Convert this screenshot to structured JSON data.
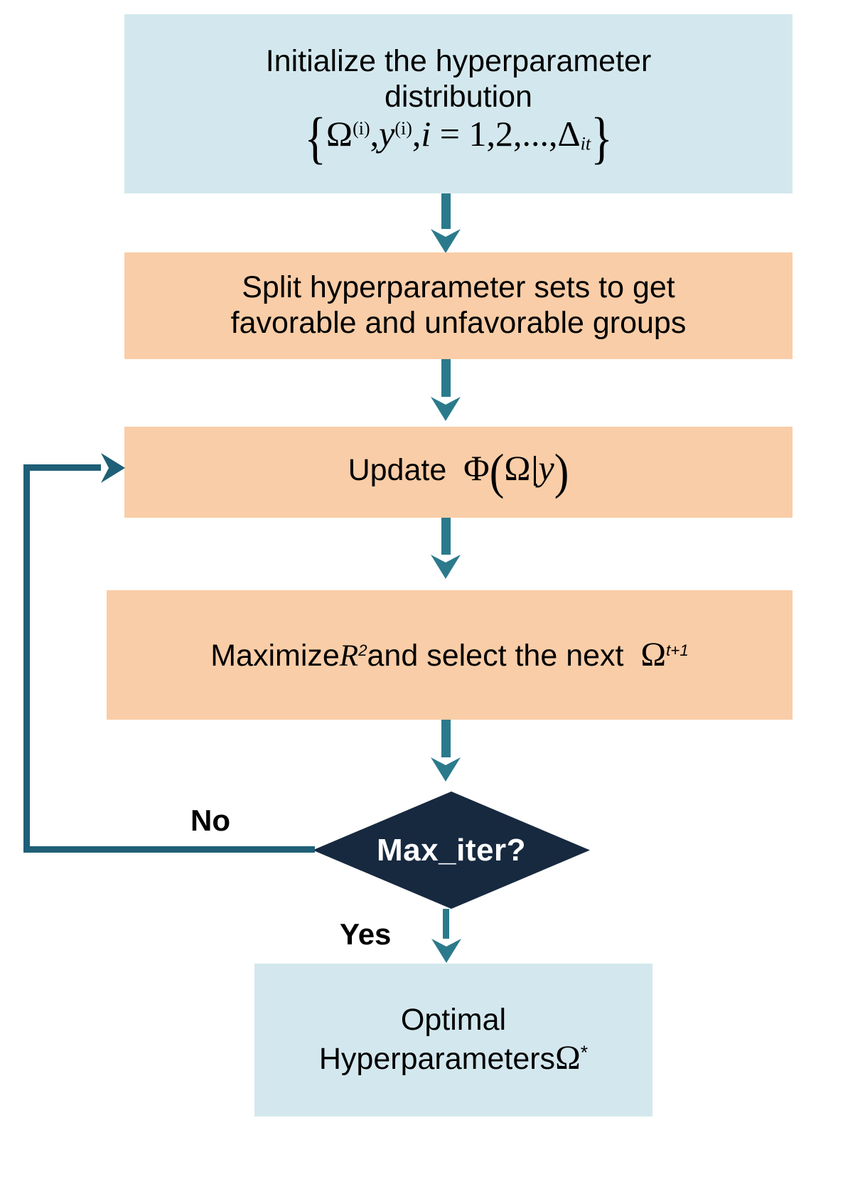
{
  "diagram": {
    "title": "Bayesian hyperparameter optimization flowchart",
    "colors": {
      "terminal_fill": "#d3e8ee",
      "process_fill": "#f9cda7",
      "decision_fill": "#17293f",
      "decision_text": "#ffffff",
      "arrow_teal": "#2b7a8c",
      "arrow_dark": "#1f5f77",
      "text": "#000000",
      "background": "#ffffff"
    },
    "nodes": {
      "initialize": {
        "shape": "terminal",
        "line1": "Initialize the hyperparameter",
        "line2": "distribution",
        "formula_plain": "{ Ω(i), y(i), i = 1,2,...,Δit }",
        "formula_parts": {
          "open_brace": "{",
          "omega": "Ω",
          "omega_sup": "(i)",
          "comma1": ",",
          "y": "y",
          "y_sup": "(i)",
          "comma2": ",",
          "i": "i",
          "equals": "=",
          "list": "1,2,...,",
          "delta": "Δ",
          "delta_sub": "it",
          "close_brace": "}"
        }
      },
      "split": {
        "shape": "process",
        "line1": "Split hyperparameter sets to get",
        "line2": "favorable and unfavorable groups"
      },
      "update": {
        "shape": "process",
        "label": "Update",
        "formula_plain": "Φ(Ω|y)",
        "formula_parts": {
          "phi": "Φ",
          "open_paren": "(",
          "omega": "Ω",
          "bar": "|",
          "y": "y",
          "close_paren": ")"
        }
      },
      "maximize": {
        "shape": "process",
        "text_before": "Maximize",
        "r": "R",
        "r_sup": "2",
        "text_middle": "and select the next",
        "omega": "Ω",
        "omega_sup": "t+1",
        "plain": "Maximize R 2 and select the next Ω t+1"
      },
      "decision": {
        "shape": "decision",
        "label": "Max_iter?"
      },
      "optimal": {
        "shape": "terminal",
        "line1": "Optimal",
        "line2_before": "Hyperparameters",
        "omega": "Ω",
        "omega_sup": "*",
        "plain": "Optimal Hyperparameters Ω*"
      }
    },
    "branch_labels": {
      "no": "No",
      "yes": "Yes"
    },
    "edges": [
      {
        "from": "initialize",
        "to": "split",
        "label": ""
      },
      {
        "from": "split",
        "to": "update",
        "label": ""
      },
      {
        "from": "update",
        "to": "maximize",
        "label": ""
      },
      {
        "from": "maximize",
        "to": "decision",
        "label": ""
      },
      {
        "from": "decision",
        "to": "update",
        "label": "No"
      },
      {
        "from": "decision",
        "to": "optimal",
        "label": "Yes"
      }
    ]
  }
}
